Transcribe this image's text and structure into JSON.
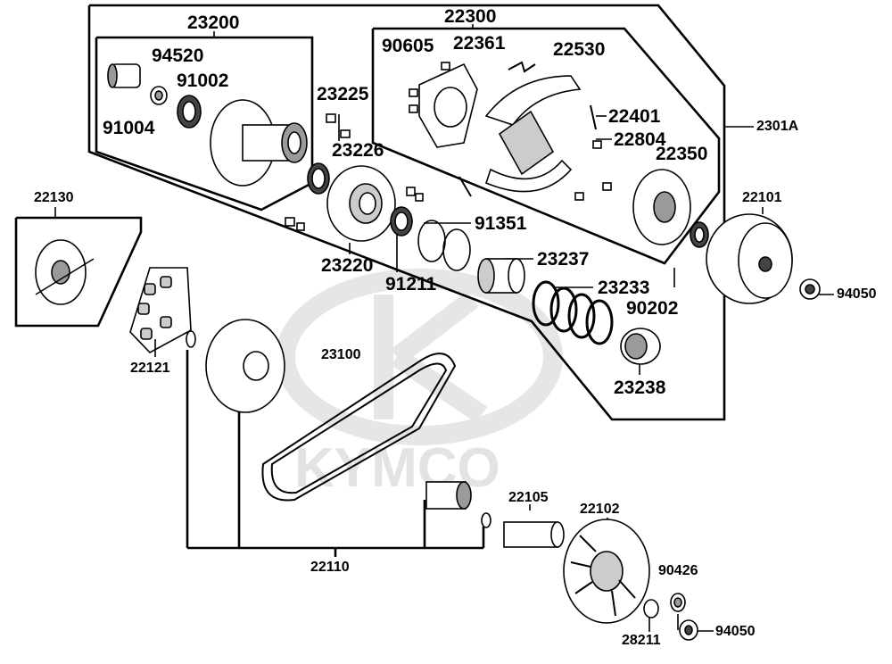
{
  "watermark": "KYMCO",
  "colors": {
    "line": "#000000",
    "part_fill": "#ffffff",
    "part_shade": "#9a9a9a",
    "watermark": "#e3e3e3"
  },
  "labels": {
    "p23200": "23200",
    "p94520": "94520",
    "p91002": "91002",
    "p91004": "91004",
    "p22300": "22300",
    "p90605": "90605",
    "p22361": "22361",
    "p22530": "22530",
    "p23225": "23225",
    "p23226": "23226",
    "p22401": "22401",
    "p22804": "22804",
    "p22350": "22350",
    "p2301A": "2301A",
    "p22130": "22130",
    "p22101": "22101",
    "p91351": "91351",
    "p23220": "23220",
    "p91211": "91211",
    "p23237": "23237",
    "p23233": "23233",
    "p90202": "90202",
    "p94050a": "94050",
    "p22121": "22121",
    "p23100": "23100",
    "p23238": "23238",
    "p22105": "22105",
    "p22102": "22102",
    "p22110": "22110",
    "p90426": "90426",
    "p28211": "28211",
    "p94050b": "94050"
  }
}
